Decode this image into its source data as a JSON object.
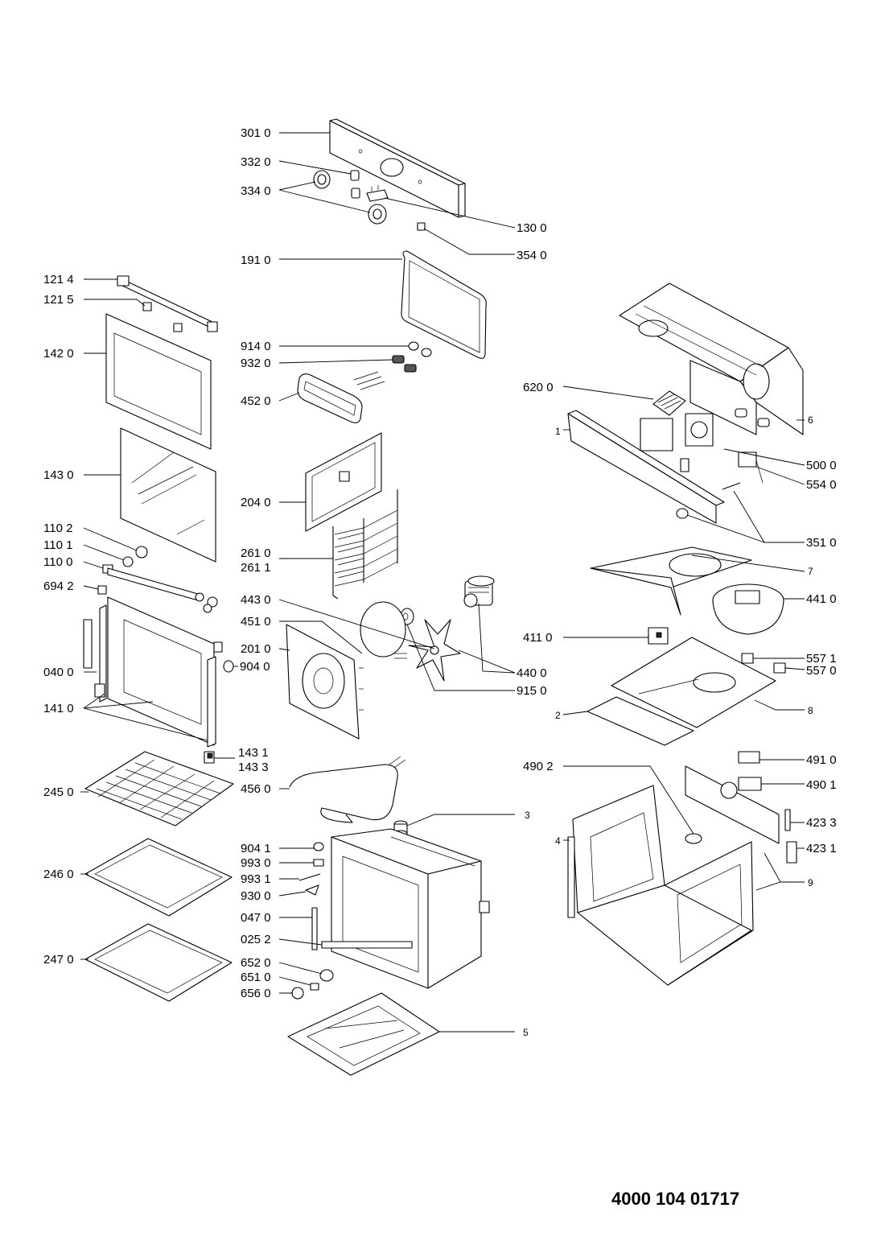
{
  "document_number": "4000 104 01717",
  "labels": {
    "l3010": "301 0",
    "l3320": "332 0",
    "l3340": "334 0",
    "l1300": "130 0",
    "l3540": "354 0",
    "l1910": "191 0",
    "l1214": "121 4",
    "l1215": "121 5",
    "l1420": "142 0",
    "l9140": "914 0",
    "l9320": "932 0",
    "l4520": "452 0",
    "l1430": "143 0",
    "l2040": "204 0",
    "l1102": "110 2",
    "l1101": "110 1",
    "l1100": "110 0",
    "l2610": "261 0",
    "l2611": "261 1",
    "l6942": "694 2",
    "l4430": "443 0",
    "l4510": "451 0",
    "l2010": "201 0",
    "l9040": "904 0",
    "l0400": "040 0",
    "l4400": "440 0",
    "l9150": "915 0",
    "l1410": "141 0",
    "l1431": "143 1",
    "l1433": "143 3",
    "l2450": "245 0",
    "l4560": "456 0",
    "l3": "3",
    "l9041": "904 1",
    "l9930": "993 0",
    "l9931": "993 1",
    "l9300": "930 0",
    "l0470": "047 0",
    "l0252": "025 2",
    "l6520": "652 0",
    "l6510": "651 0",
    "l6560": "656 0",
    "l2460": "246 0",
    "l2470": "247 0",
    "l5": "5",
    "l6200": "620 0",
    "l1": "1",
    "l6": "6",
    "l5000": "500 0",
    "l5540": "554 0",
    "l3510": "351 0",
    "l7": "7",
    "l4410": "441 0",
    "l4110": "411 0",
    "l5571": "557 1",
    "l5570": "557 0",
    "l2": "2",
    "l8": "8",
    "l4902": "490 2",
    "l4910": "491 0",
    "l4901": "490 1",
    "l4233": "423 3",
    "l4": "4",
    "l4231": "423 1",
    "l9": "9"
  }
}
